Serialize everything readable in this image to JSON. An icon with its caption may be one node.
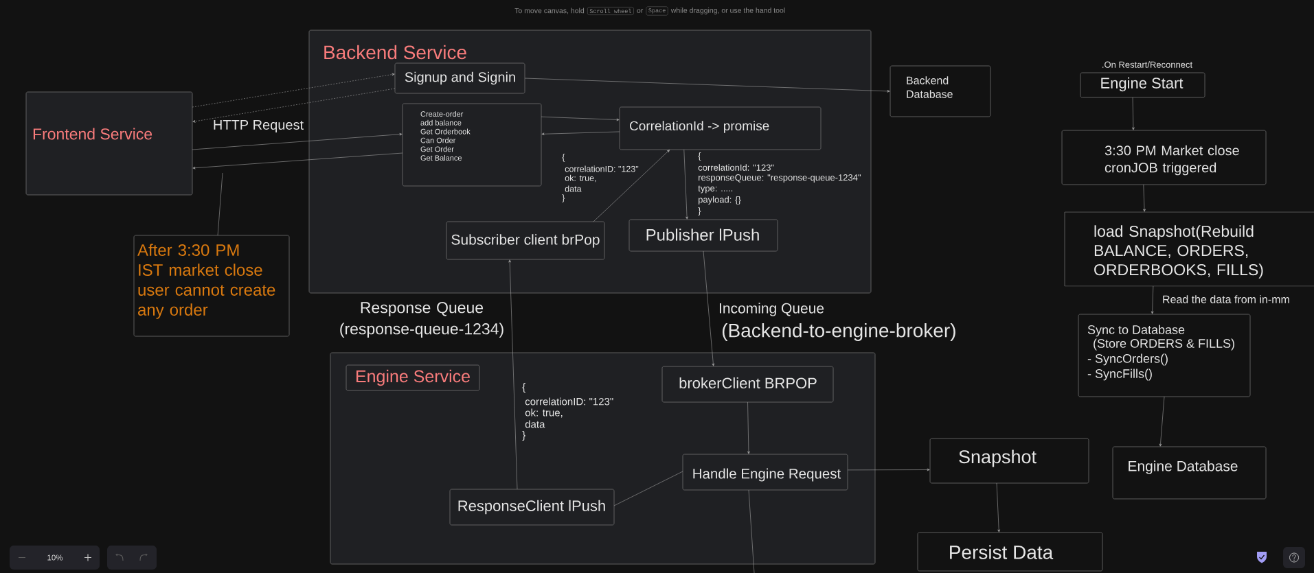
{
  "diagram": {
    "nodes": [
      {
        "text": [
          "Frontend Service"
        ]
      },
      {
        "text": [
          "Backend Service"
        ]
      },
      {
        "text": [
          "Signup and Signin"
        ],
        "in": 1
      },
      {
        "text": [
          "Create-order",
          "add balance",
          "Get Orderbook",
          "Can Order",
          "Get Order",
          "Get Balance"
        ],
        "in": 1
      },
      {
        "text": [
          "CorrelationId -> promise"
        ],
        "in": 1
      },
      {
        "text": [
          "Subscriber client brPop"
        ],
        "in": 1
      },
      {
        "text": [
          "Publisher lPush"
        ],
        "in": 1
      },
      {
        "text": [
          "Backend Database"
        ]
      },
      {
        "text": [
          "Engine Start"
        ],
        "beside": [
          ".On Restart/Reconnect"
        ]
      },
      {
        "text": [
          "3:30 PM Market close cronJOB triggered"
        ]
      },
      {
        "text": [
          "load Snapshot(Rebuild BALANCE, ORDERS, ORDERBOOKS, FILLS)"
        ]
      },
      {
        "text": [
          "After 3:30 PM IST market close user cannot create any order"
        ]
      },
      {
        "text": [
          "Sync to Database",
          "(Store ORDERS & FILLS)",
          "- SyncOrders()",
          "- SyncFills()"
        ]
      },
      {
        "text": [],
        "shape": "box"
      },
      {
        "text": [
          "Engine Service"
        ],
        "in": 13
      },
      {
        "text": [
          "brokerClient BRPOP"
        ],
        "in": 13
      },
      {
        "text": [
          "Handle Engine Request"
        ],
        "in": 13
      },
      {
        "text": [
          "ResponseClient lPush"
        ],
        "in": 13
      },
      {
        "text": [
          "Snapshot"
        ]
      },
      {
        "text": [
          "Engine Database"
        ]
      },
      {
        "text": [
          "Persist Data"
        ]
      }
    ],
    "edges": [
      {
        "from": 0,
        "to": 2,
        "arrow": "to",
        "style": "dashed"
      },
      {
        "from": 2,
        "to": 0,
        "arrow": "to",
        "style": "dashed"
      },
      {
        "from": 0,
        "to": 3,
        "arrow": "to",
        "label": "HTTP Request"
      },
      {
        "from": 3,
        "to": 0,
        "arrow": "to"
      },
      {
        "from": 2,
        "to": 7,
        "arrow": "to"
      },
      {
        "from": 3,
        "to": 4,
        "arrow": "to"
      },
      {
        "from": 4,
        "to": 3,
        "arrow": "to"
      },
      {
        "from": 5,
        "to": 4,
        "arrow": "to"
      },
      {
        "from": 4,
        "to": 6,
        "arrow": "to"
      },
      {
        "from": 6,
        "to": 15,
        "arrow": "to",
        "label": "Incoming Queue"
      },
      {
        "from": 17,
        "to": 5,
        "arrow": "to",
        "label": "Response Queue (response-queue-1234)"
      },
      {
        "from": 15,
        "to": 16,
        "arrow": "to"
      },
      {
        "from": 16,
        "to": 17,
        "arrow": "none"
      },
      {
        "from": 16,
        "to": 18,
        "arrow": "to"
      },
      {
        "from": 18,
        "to": 20,
        "arrow": "to"
      },
      {
        "from": 16,
        "to": null,
        "arrow": "none"
      },
      {
        "from": 8,
        "to": 9,
        "arrow": "to"
      },
      {
        "from": 9,
        "to": 10,
        "arrow": "to"
      },
      {
        "from": 10,
        "to": 12,
        "arrow": "to",
        "label": "Read the data from in-mm"
      },
      {
        "from": 12,
        "to": 19,
        "arrow": "to"
      },
      {
        "from": 11,
        "to": null,
        "arrow": "none"
      }
    ],
    "labels": [
      "To move canvas, hold",
      "Scroll wheel",
      "or",
      "Space",
      "while dragging, or use the hand tool",
      "{",
      "correlationID: \"123\"",
      "ok: true,",
      "data",
      "}",
      "{",
      "correlationId: \"123\"",
      "responseQueue: \"response-queue-1234\"",
      "type: .....",
      "payload: {}",
      "}",
      "(Backend-to-engine-broker)",
      "{",
      "correlationID: \"123\"",
      "ok: true,",
      "data",
      "}",
      "10%"
    ]
  }
}
